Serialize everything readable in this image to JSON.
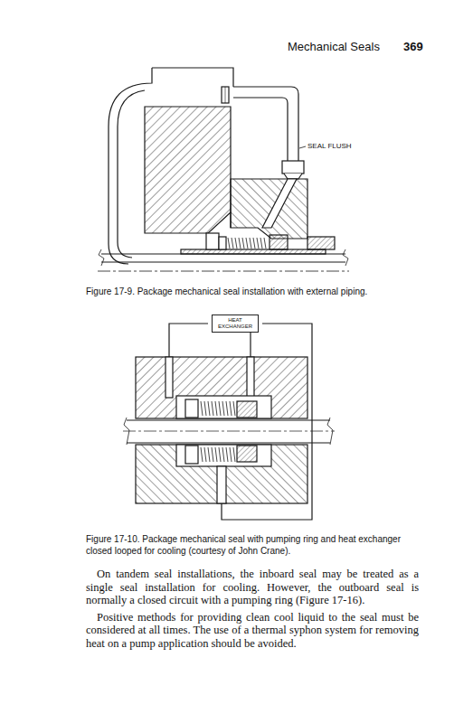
{
  "diagram": {
    "nodes": [
      {
        "text": [
          "HEAT EXCHANGER"
        ]
      }
    ],
    "labels": [
      "Mechanical Seals",
      "369",
      "SEAL FLUSH",
      "Figure 17-9. Package mechanical seal installation with external piping.",
      "Figure 17-10. Package mechanical seal with pumping ring and heat exchanger closed looped for cooling (courtesy of John Crane).",
      "On tandem seal installations, the inboard seal may be treated as a single seal installation for cooling. However, the outboard seal is normally a closed circuit with a pumping ring (Figure 17-16).",
      "Positive methods for providing clean cool liquid to the seal must be considered at all times. The use of a thermal syphon system for removing heat on a pump application should be avoided."
    ]
  }
}
